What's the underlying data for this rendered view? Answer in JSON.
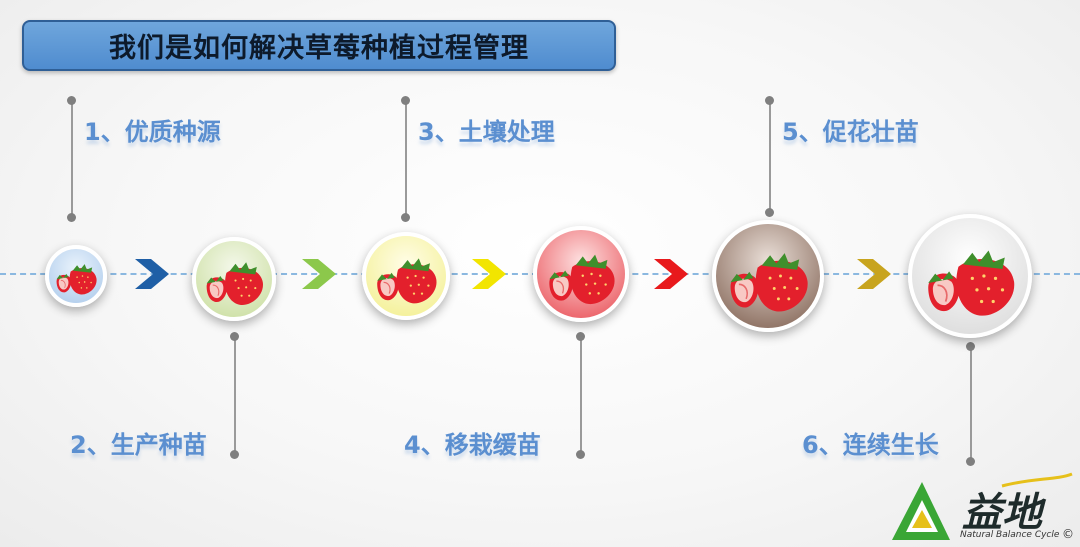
{
  "title": "我们是如何解决草莓种植过程管理",
  "steps": [
    {
      "label": "1、优质种源"
    },
    {
      "label": "2、生产种苗"
    },
    {
      "label": "3、土壤处理"
    },
    {
      "label": "4、移栽缓苗"
    },
    {
      "label": "5、促花壮苗"
    },
    {
      "label": "6、连续生长"
    }
  ],
  "colors": {
    "chevrons": [
      "#1f5fa6",
      "#8cc84b",
      "#f2e500",
      "#e8191c",
      "#c8a41e"
    ],
    "circle_fills": [
      "#b9d3ee",
      "#d3e4b0",
      "#f6f3a8",
      "#ef5a60",
      "#8a6a58",
      "#e6e6e6"
    ]
  },
  "logo": {
    "name": "益地",
    "subtitle": "Natural Balance Cycle",
    "copyright": "©"
  }
}
